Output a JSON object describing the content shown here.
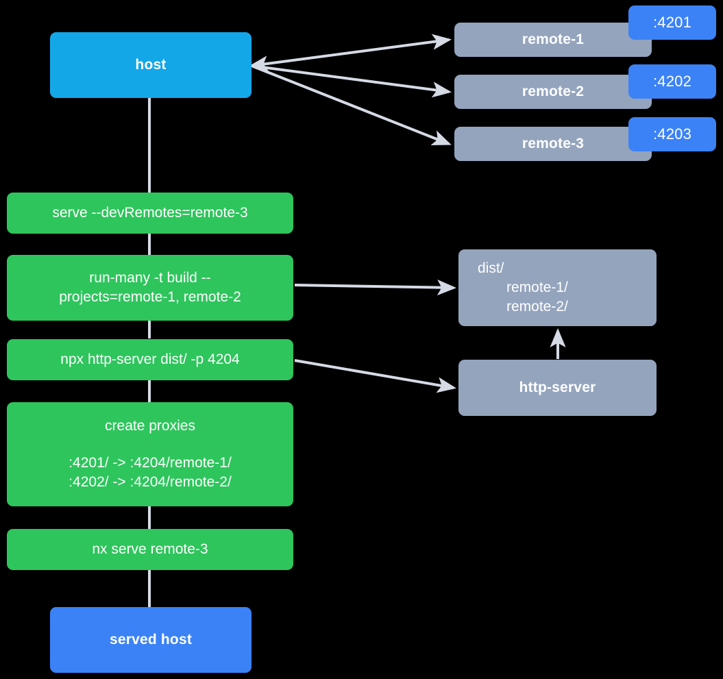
{
  "diagram": {
    "title": "Nx module federation host and remotes serve flow",
    "colors": {
      "background": "#000000",
      "host": "#13a7e8",
      "served_host": "#3b82f6",
      "command": "#2ec55c",
      "remote": "#94a4bd",
      "port_badge": "#3b82f6",
      "edge": "#d5dae5"
    },
    "nodes": {
      "host": {
        "label": "host"
      },
      "served_host": {
        "label": "served host"
      },
      "remotes": [
        {
          "label": "remote-1",
          "port": ":4201"
        },
        {
          "label": "remote-2",
          "port": ":4202"
        },
        {
          "label": "remote-3",
          "port": ":4203"
        }
      ],
      "commands": [
        {
          "label": "serve --devRemotes=remote-3"
        },
        {
          "label": "run-many -t build --\nprojects=remote-1, remote-2"
        },
        {
          "label": "npx http-server dist/ -p 4204"
        },
        {
          "title": "create proxies",
          "lines": [
            ":4201/ -> :4204/remote-1/",
            ":4202/ -> :4204/remote-2/"
          ]
        },
        {
          "label": "nx serve remote-3"
        }
      ],
      "dist": {
        "root": "dist/",
        "children": [
          "remote-1/",
          "remote-2/"
        ]
      },
      "http_server": {
        "label": "http-server"
      }
    }
  }
}
